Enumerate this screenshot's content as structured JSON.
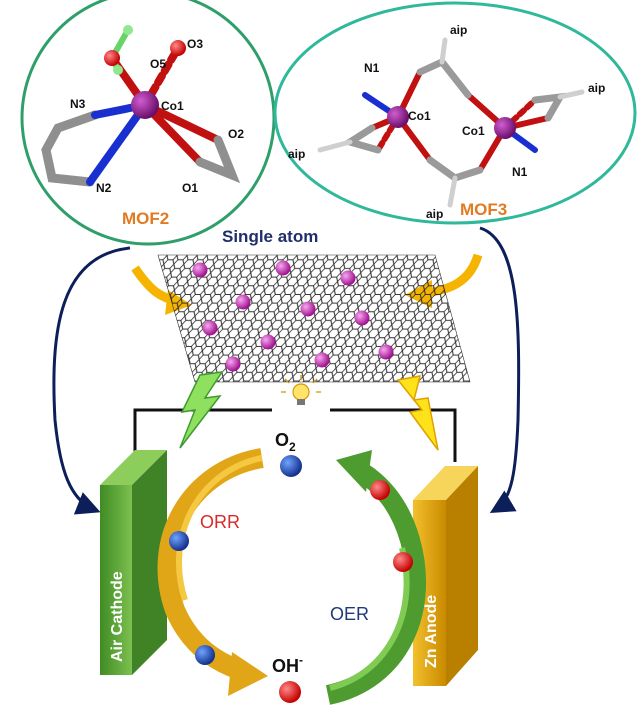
{
  "mof2": {
    "name": "MOF2",
    "atoms": {
      "o5": "O5",
      "o3": "O3",
      "n3": "N3",
      "co1": "Co1",
      "o2": "O2",
      "n2": "N2",
      "o1": "O1"
    }
  },
  "mof3": {
    "name": "MOF3",
    "atoms": {
      "n1_left": "N1",
      "co1_left": "Co1",
      "co1_right": "Co1",
      "n1_right": "N1",
      "aip_top": "aip",
      "aip_right": "aip",
      "aip_left": "aip",
      "aip_bottom": "aip"
    }
  },
  "single_atom": "Single atom",
  "battery": {
    "cathode": "Air Cathode",
    "anode": "Zn Anode",
    "o2": "O",
    "o2_sub": "2",
    "oh": "OH",
    "oh_sup": "-",
    "orr": "ORR",
    "oer": "OER"
  },
  "colors": {
    "mof_label": "#e07b22",
    "ring_border": "#2e9e6a",
    "single_atom_text": "#1f2f6b",
    "orr_text": "#d92a2a",
    "oer_text": "#1f3a7a",
    "cathode": "#5aa33a",
    "anode": "#e0a618",
    "cobalt": "#8b1a8b",
    "oxygen": "#e01b1b",
    "nitrogen": "#1e3fd6",
    "carbon": "#8a8a8a",
    "hydrogen": "#7fe07f",
    "single_atom_dot": "#c21fb0",
    "blue_ball": "#1f4fb8",
    "red_ball": "#e01818",
    "navy_arrow": "#0d1f5a",
    "yellow_arrow": "#f5b400"
  }
}
